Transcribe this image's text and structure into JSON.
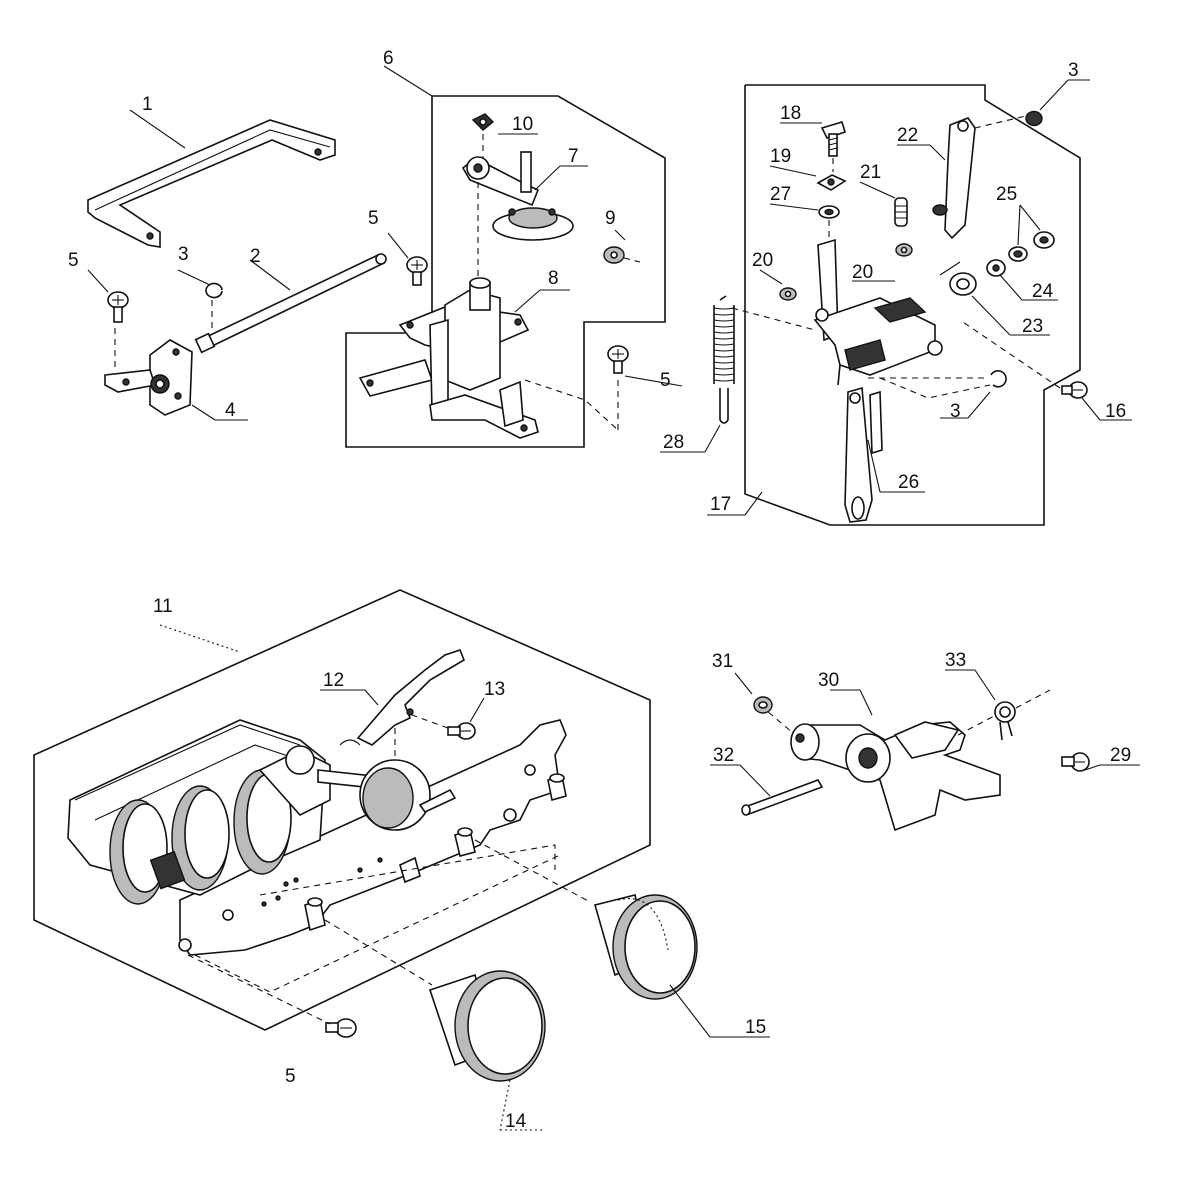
{
  "labels": {
    "l1": "1",
    "l2": "2",
    "l3a": "3",
    "l4": "4",
    "l5a": "5",
    "l5b": "5",
    "l6": "6",
    "l7": "7",
    "l8": "8",
    "l9": "9",
    "l10": "10",
    "l5c": "5",
    "l18": "18",
    "l3b": "3",
    "l22": "22",
    "l19": "19",
    "l21": "21",
    "l27": "27",
    "l25": "25",
    "l20a": "20",
    "l20b": "20",
    "l24": "24",
    "l23": "23",
    "l16": "16",
    "l3c": "3",
    "l28": "28",
    "l26": "26",
    "l17": "17",
    "l11": "11",
    "l12": "12",
    "l13": "13",
    "l15": "15",
    "l5d": "5",
    "l14": "14",
    "l31": "31",
    "l30": "30",
    "l33": "33",
    "l32": "32",
    "l29": "29"
  }
}
